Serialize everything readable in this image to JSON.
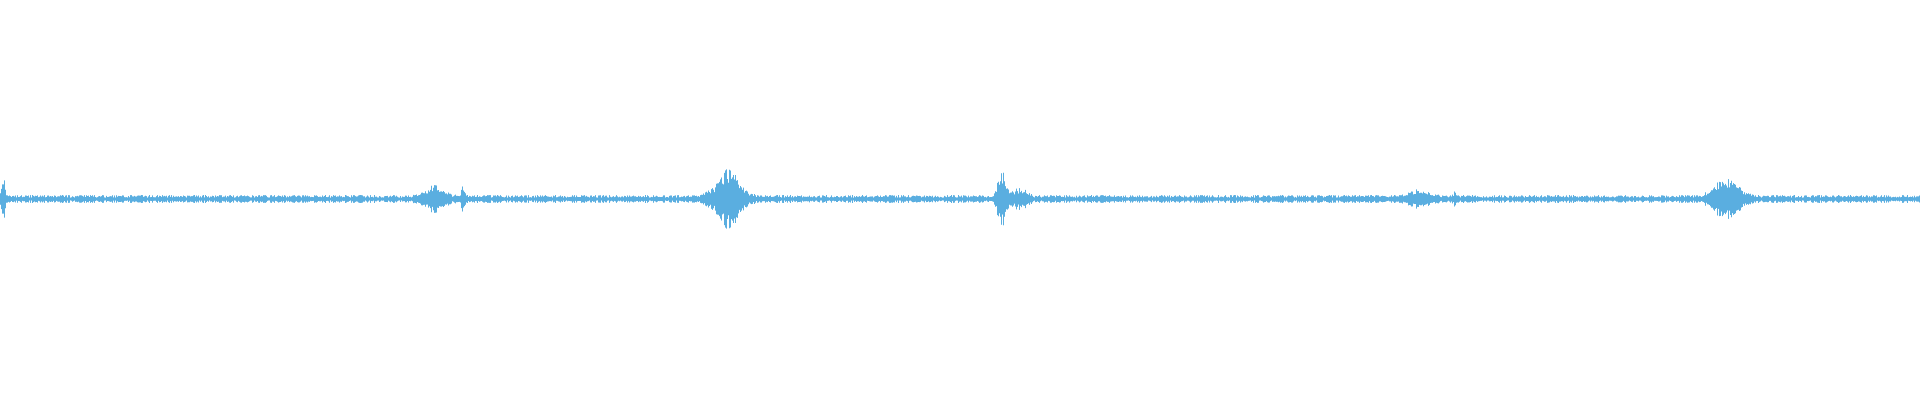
{
  "waveform": {
    "color": "#5aaee0",
    "background": "#ffffff",
    "baseline_level": 0.02,
    "bursts": [
      {
        "t": 0.0015,
        "amp": 0.11,
        "width": 0.0012
      },
      {
        "t": 0.2265,
        "amp": 0.06,
        "width": 0.006
      },
      {
        "t": 0.241,
        "amp": 0.07,
        "width": 0.0012
      },
      {
        "t": 0.379,
        "amp": 0.14,
        "width": 0.008
      },
      {
        "t": 0.522,
        "amp": 0.14,
        "width": 0.003
      },
      {
        "t": 0.531,
        "amp": 0.05,
        "width": 0.004
      },
      {
        "t": 0.739,
        "amp": 0.04,
        "width": 0.006
      },
      {
        "t": 0.7575,
        "amp": 0.02,
        "width": 0.001
      },
      {
        "t": 0.899,
        "amp": 0.1,
        "width": 0.008
      }
    ]
  }
}
